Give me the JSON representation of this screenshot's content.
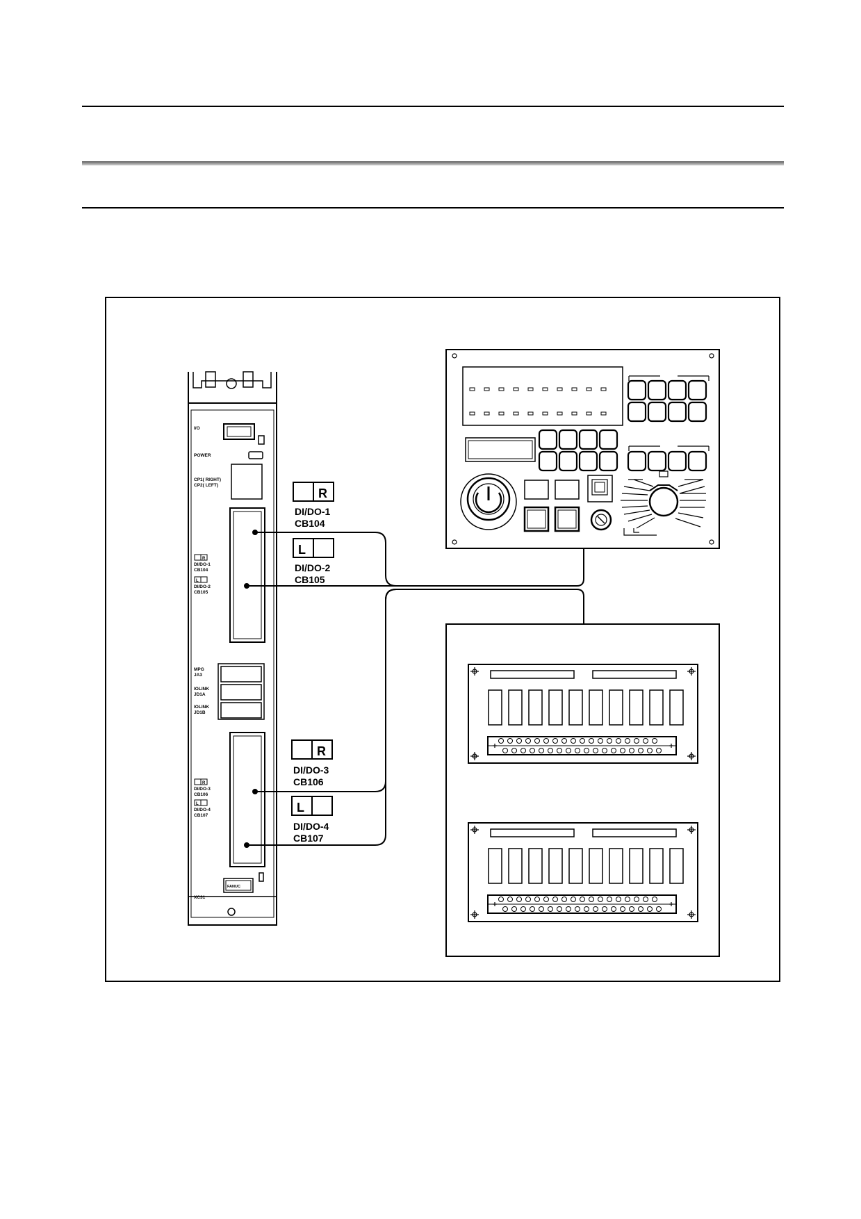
{
  "connections": [
    {
      "tag": "R",
      "port": "DI/DO-1",
      "connector": "CB104"
    },
    {
      "tag": "L",
      "port": "DI/DO-2",
      "connector": "CB105"
    },
    {
      "tag": "R",
      "port": "DI/DO-3",
      "connector": "CB106"
    },
    {
      "tag": "L",
      "port": "DI/DO-4",
      "connector": "CB107"
    }
  ],
  "module": {
    "io": "I/O",
    "power": "POWER",
    "cp1": "CP1( RIGHT)",
    "cp2": "CP2( LEFT)",
    "mini_r": "R",
    "mini_l": "L",
    "di1": "DI/DO-1",
    "cb104": "CB104",
    "di2": "DI/DO-2",
    "cb105": "CB105",
    "mpg": "MPG",
    "ja3": "JA3",
    "iolink1": "IOLINK",
    "jd1a": "JD1A",
    "iolink2": "IOLINK",
    "jd1b": "JD1B",
    "di3": "DI/DO-3",
    "cb106": "CB106",
    "di4": "DI/DO-4",
    "cb107": "CB107",
    "logo": "FANUC",
    "model": "XC31"
  }
}
